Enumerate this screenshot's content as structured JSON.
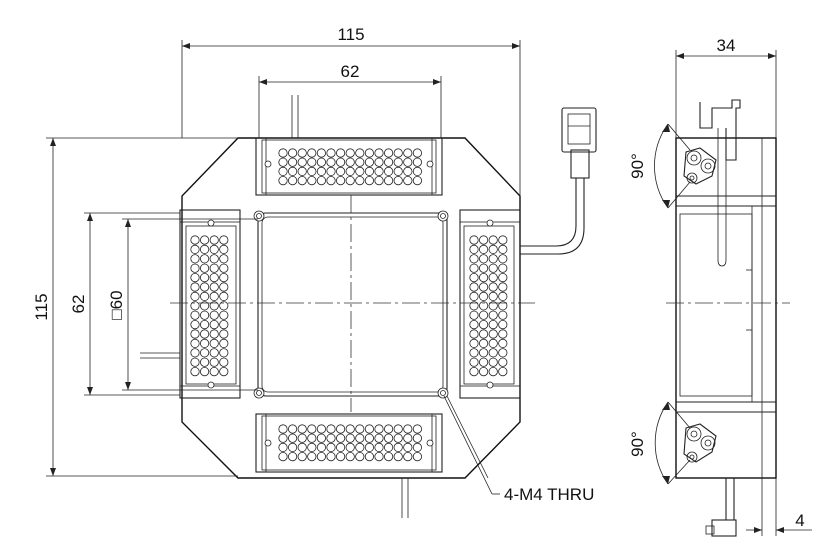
{
  "dimensions": {
    "overall_width": "115",
    "top_panel_width": "62",
    "overall_height": "115",
    "side_panel_height": "62",
    "aperture": "□60",
    "depth": "34",
    "tilt_top": "90°",
    "tilt_bottom": "90°",
    "thickness": "4"
  },
  "callouts": {
    "holes": "4-M4 THRU"
  },
  "colors": {
    "line": "#222222",
    "background": "#ffffff"
  }
}
